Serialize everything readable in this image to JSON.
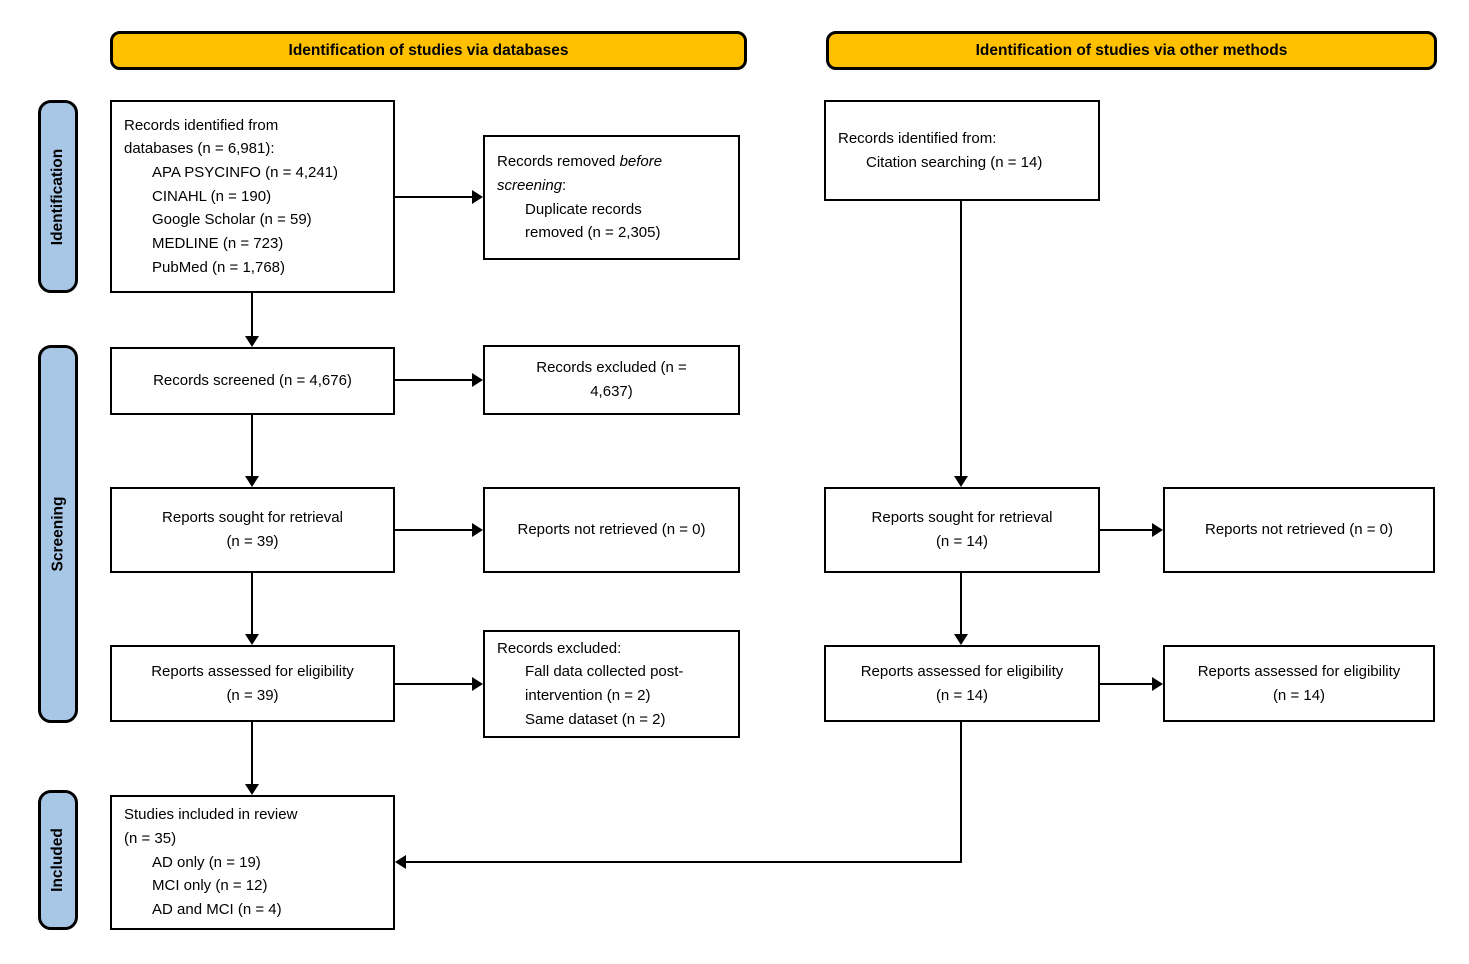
{
  "banners": {
    "databases": "Identification of studies via databases",
    "other_methods": "Identification of studies via other methods"
  },
  "stages": {
    "identification": "Identification",
    "screening": "Screening",
    "included": "Included"
  },
  "colors": {
    "banner_fill": "#FFC000",
    "stage_fill": "#A8C7E7",
    "line": "#000000"
  },
  "boxes": {
    "db_identified": {
      "line1": "Records identified from",
      "line2": "databases (n = 6,981):",
      "items": [
        "APA PSYCINFO (n = 4,241)",
        "CINAHL (n = 190)",
        "Google Scholar (n = 59)",
        "MEDLINE (n = 723)",
        "PubMed (n = 1,768)"
      ]
    },
    "records_removed": {
      "pre_italic": "Records removed ",
      "italic_word1": "before",
      "italic_word2": "screening",
      "post_italic": ":",
      "items": [
        "Duplicate records",
        "removed (n = 2,305)"
      ]
    },
    "other_identified": {
      "line1": "Records identified from:",
      "items": [
        "Citation searching (n = 14)"
      ]
    },
    "records_screened": {
      "line1": "Records screened (n = 4,676)"
    },
    "records_excluded": {
      "line1": "Records excluded (n =",
      "line2": "4,637)"
    },
    "reports_sought_db": {
      "line1": "Reports sought for retrieval",
      "line2": "(n = 39)"
    },
    "reports_not_retrieved_db": {
      "line1": "Reports not retrieved (n = 0)"
    },
    "reports_sought_other": {
      "line1": "Reports sought for retrieval",
      "line2": "(n = 14)"
    },
    "reports_not_retrieved_other": {
      "line1": "Reports not retrieved (n = 0)"
    },
    "reports_assessed_db": {
      "line1": "Reports assessed for eligibility",
      "line2": "(n = 39)"
    },
    "records_excluded_reasons": {
      "line1": "Records excluded:",
      "items": [
        "Fall data collected post-",
        "intervention (n = 2)",
        "Same dataset (n = 2)"
      ]
    },
    "reports_assessed_other": {
      "line1": "Reports assessed for eligibility",
      "line2": "(n = 14)"
    },
    "reports_assessed_other_right": {
      "line1": "Reports assessed for eligibility",
      "line2": "(n = 14)"
    },
    "studies_included": {
      "line1": "Studies included in review",
      "line2": "(n = 35)",
      "items": [
        "AD only (n = 19)",
        "MCI only (n = 12)",
        "AD and MCI (n = 4)"
      ]
    }
  }
}
